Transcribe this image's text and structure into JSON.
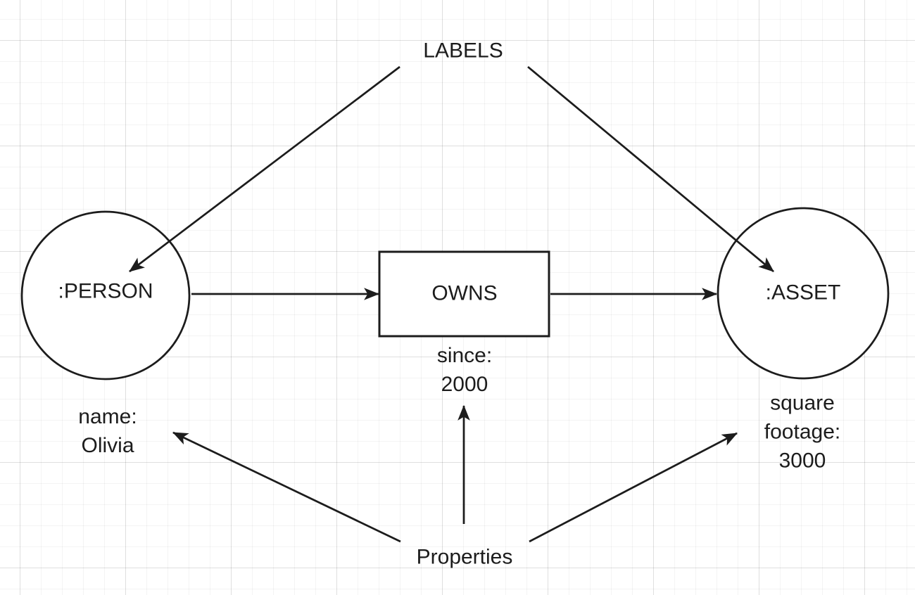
{
  "diagram": {
    "labels_title": "LABELS",
    "properties_title": "Properties",
    "nodes": {
      "person": {
        "label": ":PERSON"
      },
      "asset": {
        "label": ":ASSET"
      }
    },
    "relationship": {
      "label": "OWNS"
    },
    "properties": {
      "person": {
        "line1": "name:",
        "line2": "Olivia"
      },
      "relationship": {
        "line1": "since:",
        "line2": "2000"
      },
      "asset": {
        "line1": "square",
        "line2": "footage:",
        "line3": "3000"
      }
    },
    "colors": {
      "ink": "#1c1c1c",
      "background": "#ffffff",
      "grid_minor": "#f1f1f1",
      "grid_major": "#e6e6e6"
    }
  }
}
